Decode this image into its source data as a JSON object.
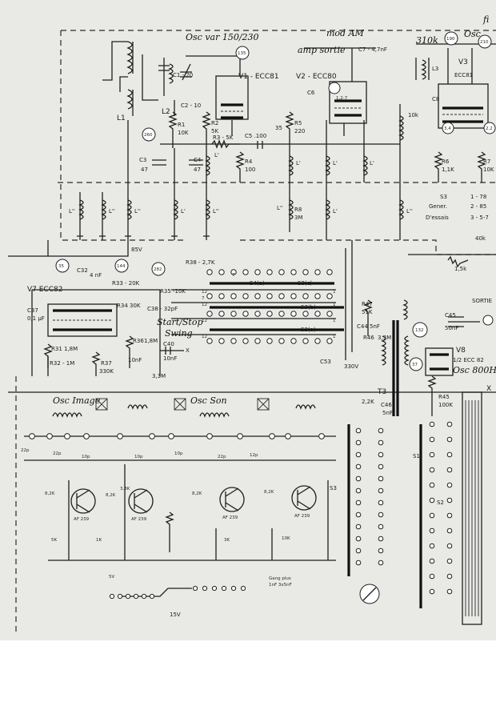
{
  "header": {
    "osc_var": "Osc var 150/230",
    "mod_am": "mod AM",
    "amp_sortie": "amp sortie",
    "osc_310k": "310k",
    "osc_label": "Osc",
    "corner_mark": "fi"
  },
  "tubes": {
    "v1": "V1 - ECC81",
    "v2": "V2 - ECC80",
    "v3": "V3",
    "v3_type": "ECC81",
    "v7": "V7 ECC82",
    "v8": "V8",
    "v8_type": "1/2 ECC 82",
    "v8_freq": "Osc 800Hz"
  },
  "bubbles": [
    "135",
    "190",
    "210",
    "260",
    "3,4",
    "2,2",
    "35",
    "144",
    "282",
    "132",
    "37",
    "1,2-7"
  ],
  "components": {
    "c1": "C1 - 20",
    "c2": "C2 - 10",
    "c7": "C7 - 4,7nF",
    "c3": "C3",
    "c3_val": "47",
    "c4": "C4",
    "c4_val": "47",
    "c5": "C5 .100",
    "c6": "C6",
    "c8": "C8",
    "r1": "R1",
    "r1_val": "10K",
    "r2": "R2",
    "r2_val": "5K",
    "r3": "R3 - 5K",
    "r4": "R4",
    "r4_val": "100",
    "r5": "R5",
    "r5_val": "220",
    "r6": "R6",
    "r6_val": "1,1K",
    "r7": "R7",
    "r7_val": "10K",
    "r8": "R8",
    "r8_val": "3M",
    "l1": "L1",
    "l2": "L2",
    "l3": "L3",
    "lp": "L'",
    "lpp": "L''",
    "v85": "85V",
    "v10k": "10k",
    "r15k": "1,5k",
    "r40k": "40k",
    "val_35": "35",
    "c32": "C32",
    "c32_val": "4 nF",
    "c37": "C37",
    "c37_val": "0,1 µF",
    "r31": "R31 1,8M",
    "r32": "R32 - 1M",
    "r33": "R33 - 20K",
    "r34": "R34 30K",
    "r35": "R35 -10K",
    "r38": "R38 - 2,7K",
    "c38": "C38 - 32pF",
    "r36": "R36",
    "r36_val": "1,8M",
    "r37": "R37",
    "r37_val": "330K",
    "c40": "C40",
    "c40_val": "10nF",
    "r39_val": "3,3M",
    "c39_val": "10nF",
    "r47": "R47",
    "r47_val": "51K",
    "c44": "C44 5nF",
    "r46": "R46",
    "r46_val": "3,3M",
    "c45": "C45",
    "c45_val": "50nF",
    "r45": "R45",
    "r45_val": "100K",
    "c46": "C46",
    "c46_val": "5nF",
    "r48": "2,2K",
    "t3": "T3",
    "v330": "330V",
    "c53": "C53",
    "sortie": "SORTIE",
    "x_out": "X"
  },
  "switches": {
    "s4a": "S4(a)",
    "s3c": "S3(c)",
    "s3b": "S3(b)",
    "s3a": "S3(a)",
    "s3_title": "S3",
    "s3_group": "Gener.",
    "s3_group2": "D'essais",
    "s3_opts": [
      "1 - 78",
      "2 - 85",
      "3 - 5-7"
    ],
    "start_stop": "Start/Stop",
    "swing": "Swing",
    "nums": [
      "7",
      "12",
      "1",
      "7",
      "12",
      "1",
      "12",
      "1",
      "12",
      "1"
    ]
  },
  "lower": {
    "osc_image": "Osc Image",
    "osc_son": "Osc Son",
    "transistors": [
      "AF 239",
      "AF 239",
      "AF 239",
      "AF 239"
    ],
    "res_labels": [
      "8,2K",
      "8,2K",
      "8,2K",
      "8,2K",
      "3,3K"
    ],
    "cap_labels": [
      "22p",
      "22p",
      "10p",
      "10p",
      "22p",
      "12p",
      "10p"
    ],
    "small_labels": [
      "5V",
      "1K",
      "5K",
      "10K",
      "3K"
    ],
    "gang_caps": "Gang plus",
    "gang_caps2": "1nF 3x5nF",
    "v_bottom": "15V",
    "sw_s1": "S1",
    "sw_s2": "S2",
    "sw_s3": "S3"
  }
}
